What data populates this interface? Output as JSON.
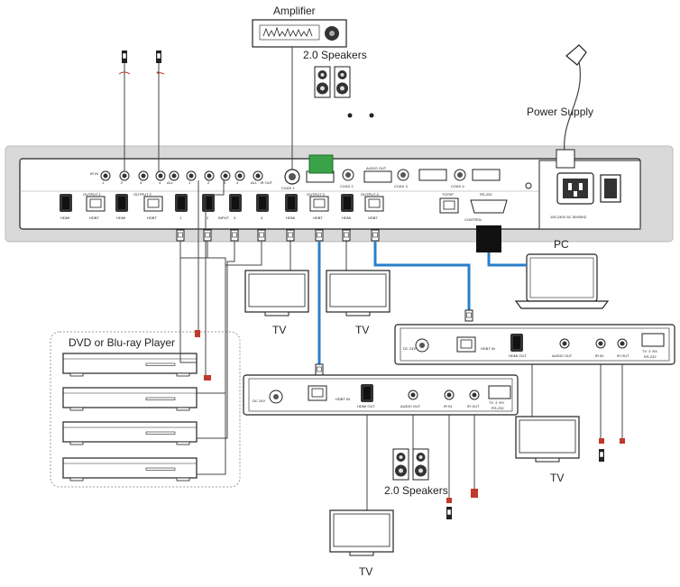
{
  "labels": {
    "amplifier": "Amplifier",
    "speakers_top": "2.0 Speakers",
    "speakers_bottom": "2.0 Speakers",
    "power_supply": "Power Supply",
    "pc": "PC",
    "tv": "TV",
    "dvd": "DVD or Blu-ray Player"
  },
  "main_panel": {
    "ir_in": "IR IN",
    "ir_in_1": "1",
    "ir_in_2": "2",
    "ir_in_3": "3",
    "ir_in_4": "4",
    "all": "ALL",
    "ir_out_1": "1",
    "ir_out_2": "2",
    "ir_out_3": "3",
    "ir_out_4": "4",
    "all_ir_out": "ALL · IR OUT",
    "output1": "OUTPUT 1",
    "output2": "OUTPUT 2",
    "output3": "OUTPUT 3",
    "output4": "OUTPUT 4",
    "hdmi": "HDMI",
    "hdbt": "HDBT",
    "input": "INPUT",
    "in1": "1",
    "in2": "2",
    "in3": "3",
    "in4": "4",
    "coax1": "COAX 1",
    "coax2": "COAX 2",
    "coax3": "COAX 3",
    "coax4": "COAX 4",
    "audio_out": "AUDIO OUT",
    "tcpip": "TCP/IP",
    "rs232": "RS-232",
    "control": "CONTROL",
    "power_rating": "100-240V AC 50/60HZ"
  },
  "receiver": {
    "dc": "DC 24V",
    "hdbt_in": "HDBT IN",
    "hdmi_out": "HDMI OUT",
    "audio_out": "AUDIO OUT",
    "ir_in": "IR IN",
    "ir_out": "IR OUT",
    "tx_a_rx": "TX ⏚ RX",
    "rs232": "RS-232"
  },
  "colors": {
    "hdbt_cable": "#2a7fc9",
    "ir_tip": "#c0392b",
    "chassis": "#d9d9d9",
    "terminal": "#3aa34a"
  }
}
